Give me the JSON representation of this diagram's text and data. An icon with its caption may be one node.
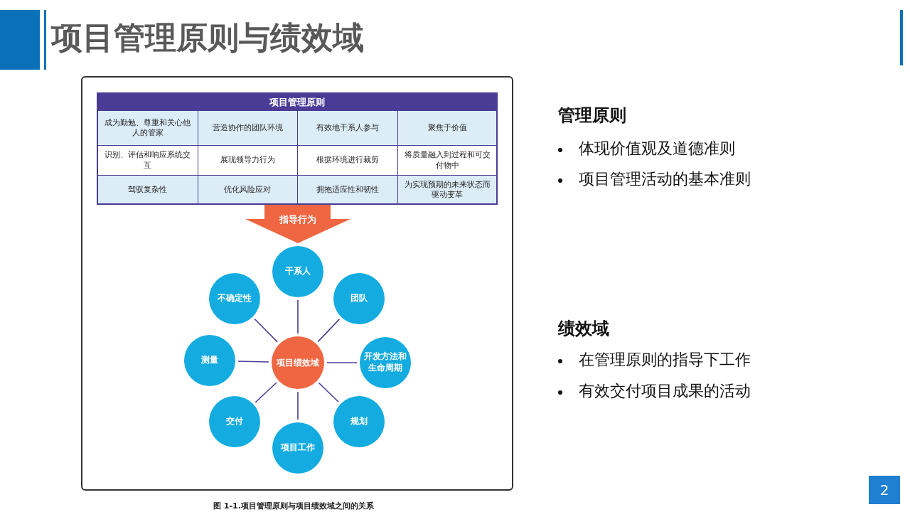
{
  "diagram": {
    "title": "项目管理原则与绩效域",
    "caption": "图 1-1.项目管理原则与项目绩效域之间的关系",
    "nodes": [
      {
        "text": [
          "项目管理原则"
        ]
      },
      {
        "text": [
          "指导行为"
        ]
      },
      {
        "text": [
          "项目绩效域"
        ]
      },
      {
        "text": [
          "干系人"
        ]
      },
      {
        "text": [
          "团队"
        ]
      },
      {
        "text": [
          "开发方法和生命周期"
        ]
      },
      {
        "text": [
          "规划"
        ]
      },
      {
        "text": [
          "项目工作"
        ]
      },
      {
        "text": [
          "交付"
        ]
      },
      {
        "text": [
          "测量"
        ]
      },
      {
        "text": [
          "不确定性"
        ]
      }
    ],
    "edges": [
      {
        "from": 2,
        "to": 3,
        "arrow": "none"
      },
      {
        "from": 2,
        "to": 4,
        "arrow": "none"
      },
      {
        "from": 2,
        "to": 5,
        "arrow": "none"
      },
      {
        "from": 2,
        "to": 6,
        "arrow": "none"
      },
      {
        "from": 2,
        "to": 7,
        "arrow": "none"
      },
      {
        "from": 2,
        "to": 8,
        "arrow": "none"
      },
      {
        "from": 2,
        "to": 9,
        "arrow": "none"
      },
      {
        "from": 2,
        "to": 10,
        "arrow": "none"
      }
    ],
    "labels": [
      "成为勤勉、尊重和关心他人的管家",
      "营造协作的团队环境",
      "有效地干系人参与",
      "聚焦于价值",
      "识别、评估和响应系统交互",
      "展现领导力行为",
      "根据环境进行裁剪",
      "将质量融入到过程和可交付物中",
      "驾驭复杂性",
      "优化风险应对",
      "拥抱适应性和韧性",
      "为实现预期的未来状态而驱动变革",
      "管理原则",
      "体现价值观及道德准则",
      "项目管理活动的基本准则",
      "绩效域",
      "在管理原则的指导下工作",
      "有效交付项目成果的活动",
      "2"
    ]
  }
}
